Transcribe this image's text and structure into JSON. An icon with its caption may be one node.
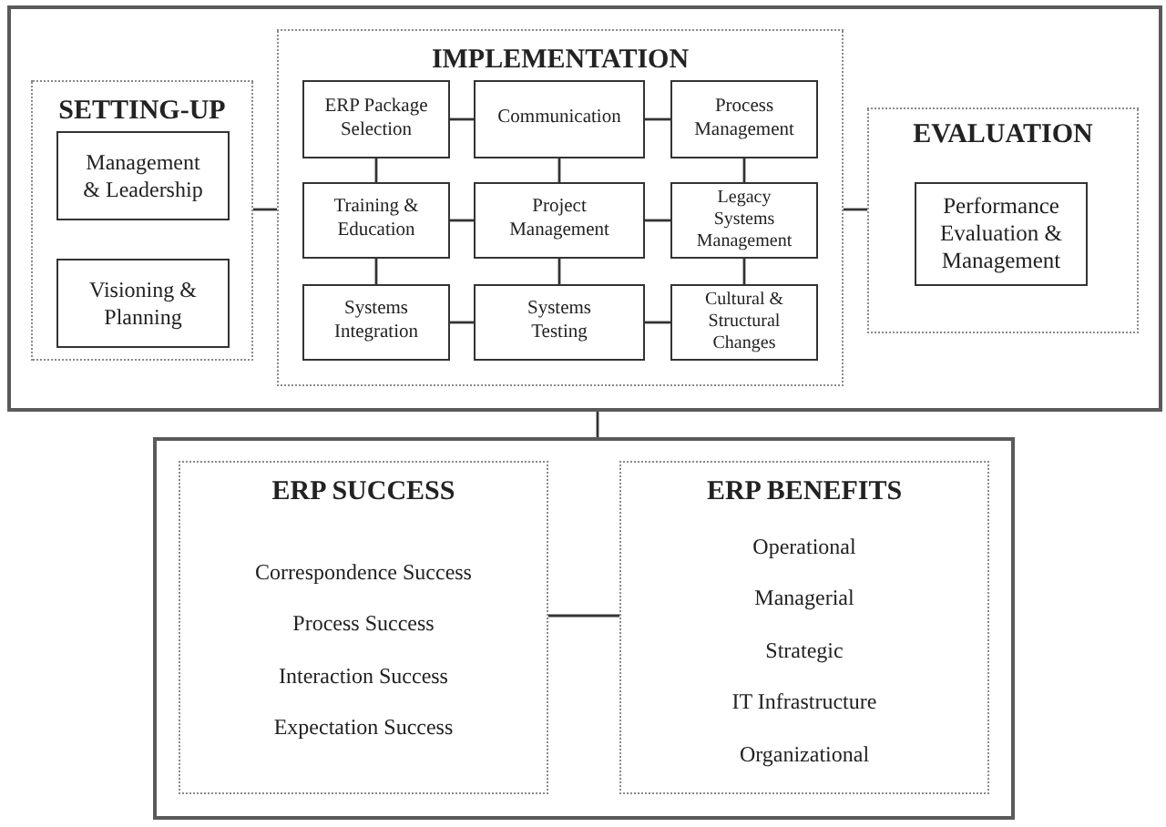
{
  "diagram": {
    "nodes": [
      {
        "text": [],
        "shape": "box"
      },
      {
        "text": [
          "SETTING-UP"
        ],
        "in": 0
      },
      {
        "text": [
          "Management & Leadership"
        ],
        "in": 1
      },
      {
        "text": [
          "Visioning & Planning"
        ],
        "in": 1
      },
      {
        "text": [
          "IMPLEMENTATION"
        ],
        "in": 0
      },
      {
        "text": [
          "ERP Package Selection"
        ],
        "in": 4
      },
      {
        "text": [
          "Communication"
        ],
        "in": 4
      },
      {
        "text": [
          "Process Management"
        ],
        "in": 4
      },
      {
        "text": [
          "Training & Education"
        ],
        "in": 4
      },
      {
        "text": [
          "Project Management"
        ],
        "in": 4
      },
      {
        "text": [
          "Legacy Systems Management"
        ],
        "in": 4
      },
      {
        "text": [
          "Systems Integration"
        ],
        "in": 4
      },
      {
        "text": [
          "Systems Testing"
        ],
        "in": 4
      },
      {
        "text": [
          "Cultural & Structural Changes"
        ],
        "in": 4
      },
      {
        "text": [
          "EVALUATION"
        ],
        "in": 0
      },
      {
        "text": [
          "Performance Evaluation & Management"
        ],
        "in": 14
      },
      {
        "text": [],
        "shape": "box"
      },
      {
        "text": [
          "ERP SUCCESS",
          "Correspondence Success",
          "Process Success",
          "Interaction Success",
          "Expectation Success"
        ],
        "in": 16
      },
      {
        "text": [
          "ERP BENEFITS",
          "Operational",
          "Managerial",
          "Strategic",
          "IT Infrastructure",
          "Organizational"
        ],
        "in": 16
      }
    ],
    "edges": [
      {
        "from": 1,
        "to": 4,
        "arrow": "none"
      },
      {
        "from": 4,
        "to": 14,
        "arrow": "none"
      },
      {
        "from": 5,
        "to": 6,
        "arrow": "none"
      },
      {
        "from": 6,
        "to": 7,
        "arrow": "none"
      },
      {
        "from": 5,
        "to": 8,
        "arrow": "none"
      },
      {
        "from": 6,
        "to": 9,
        "arrow": "none"
      },
      {
        "from": 7,
        "to": 10,
        "arrow": "none"
      },
      {
        "from": 8,
        "to": 9,
        "arrow": "none"
      },
      {
        "from": 9,
        "to": 10,
        "arrow": "none"
      },
      {
        "from": 8,
        "to": 11,
        "arrow": "none"
      },
      {
        "from": 9,
        "to": 12,
        "arrow": "none"
      },
      {
        "from": 10,
        "to": 13,
        "arrow": "none"
      },
      {
        "from": 11,
        "to": 12,
        "arrow": "none"
      },
      {
        "from": 12,
        "to": 13,
        "arrow": "none"
      },
      {
        "from": 0,
        "to": 16,
        "arrow": "none"
      },
      {
        "from": 17,
        "to": 18,
        "arrow": "none"
      }
    ]
  }
}
